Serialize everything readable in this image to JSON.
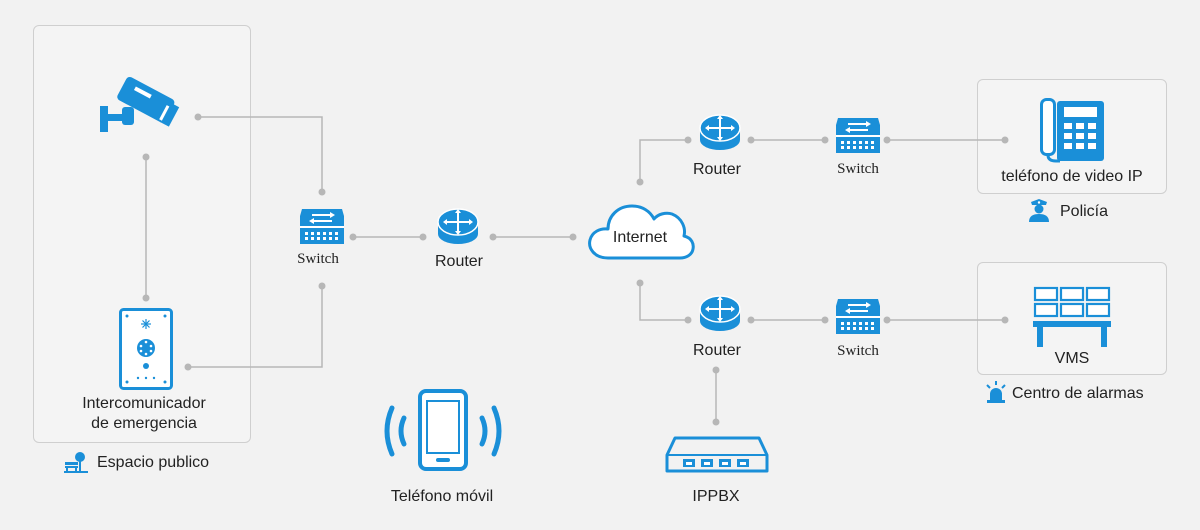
{
  "areas": {
    "public": "Espacio publico",
    "police": "Policía",
    "alarm": "Centro de alarmas"
  },
  "nodes": {
    "intercom_line1": "Intercomunicador",
    "intercom_line2": "de emergencia",
    "switch_left": "Switch",
    "router_center": "Router",
    "internet": "Internet",
    "router_top": "Router",
    "switch_top": "Switch",
    "video_phone": "teléfono de video IP",
    "router_bottom": "Router",
    "switch_bottom": "Switch",
    "vms": "VMS",
    "mobile": "Teléfono móvil",
    "ippbx": "IPPBX"
  },
  "colors": {
    "icon_blue": "#1a8fd8",
    "line_gray": "#b7b7b7",
    "box_border": "#cfcfcf"
  },
  "icons": {
    "camera": "cctv-camera-icon",
    "intercom": "intercom-panel-icon",
    "switch": "network-switch-icon",
    "router": "router-icon",
    "cloud": "cloud-icon",
    "phone": "desk-phone-icon",
    "vms": "video-wall-icon",
    "mobile": "smartphone-icon",
    "pbx": "pbx-device-icon",
    "police": "police-officer-icon",
    "alarm": "alarm-light-icon",
    "public": "park-bench-icon"
  }
}
